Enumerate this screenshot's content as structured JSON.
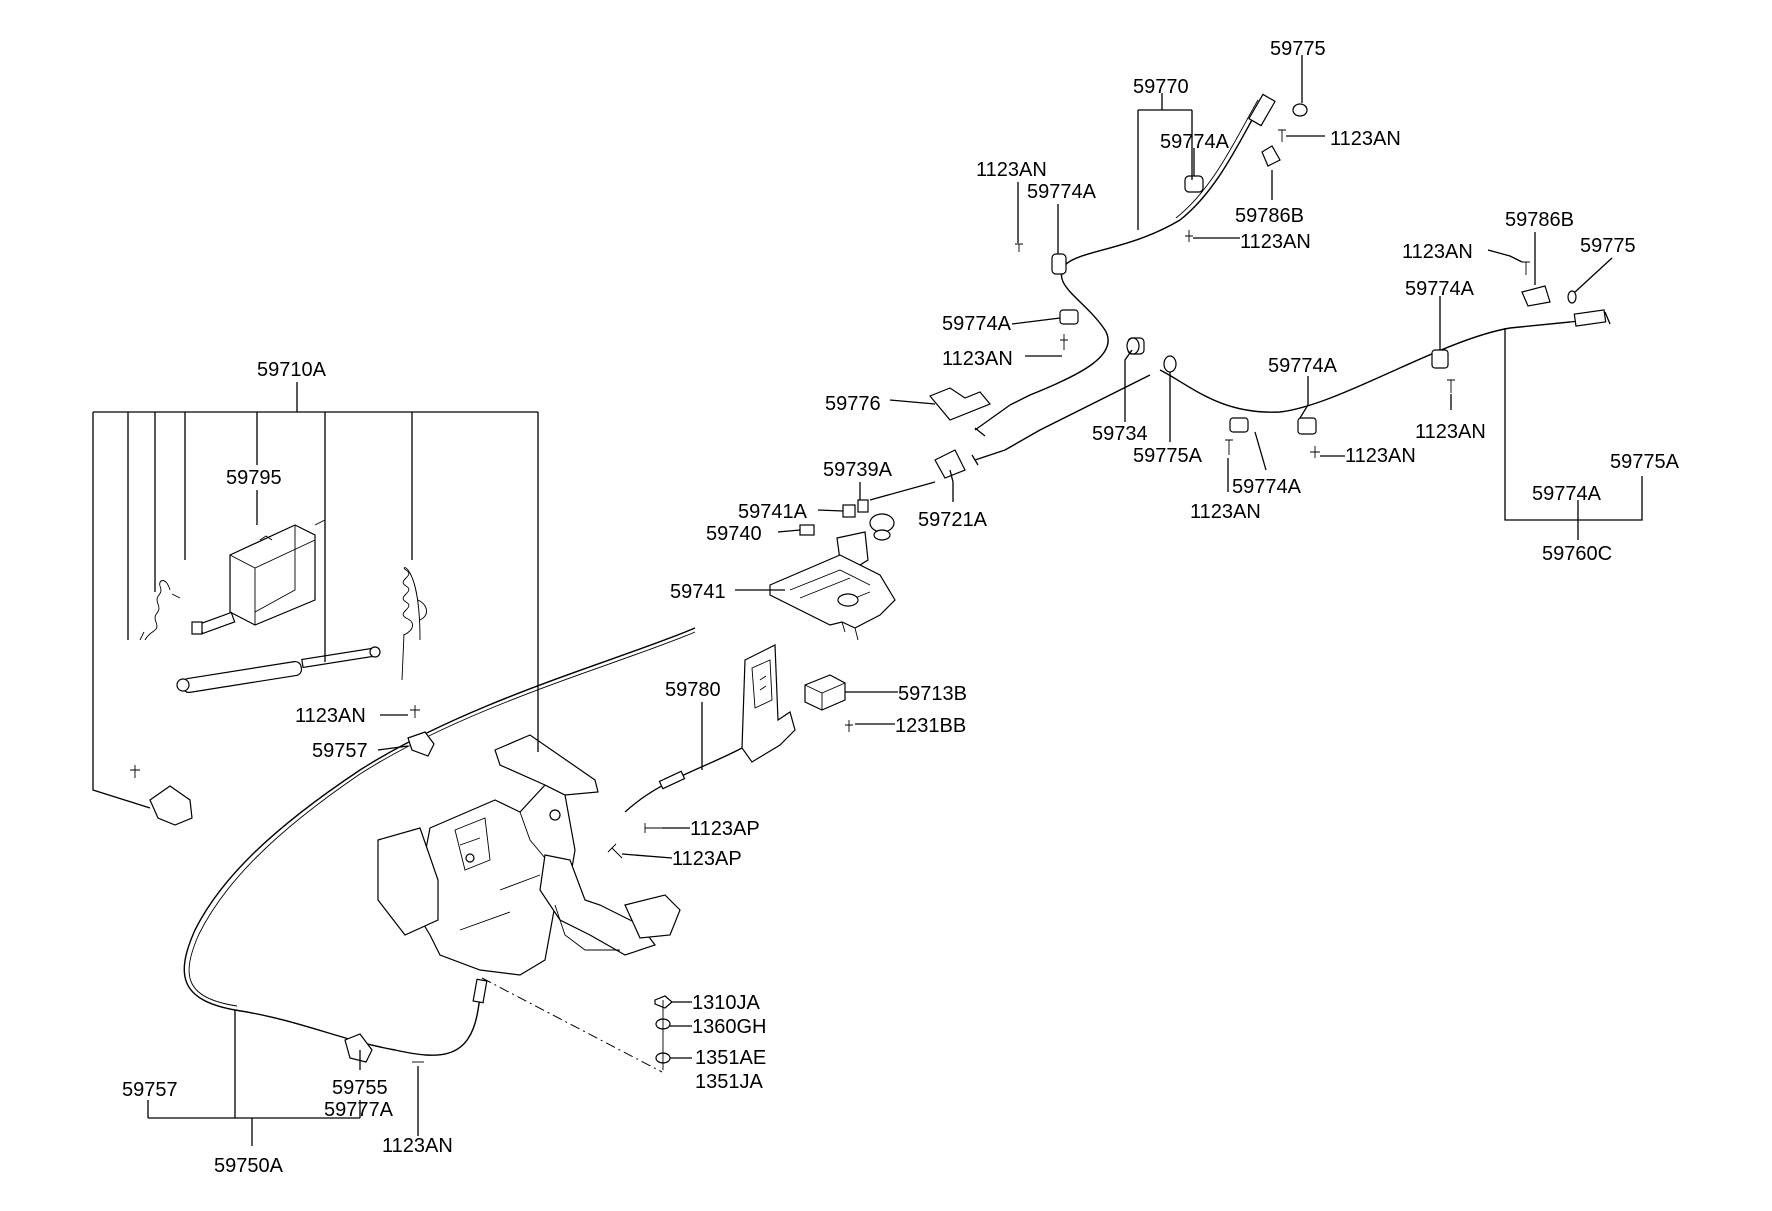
{
  "labels": [
    "59775",
    "59770",
    "59774A",
    "1123AN",
    "1123AN",
    "59774A",
    "59786B",
    "1123AN",
    "59786B",
    "1123AN",
    "59775",
    "59774A",
    "59774A",
    "1123AN",
    "59776",
    "59774A",
    "59734",
    "59775A",
    "1123AN",
    "1123AN",
    "59774A",
    "1123AN",
    "59775A",
    "59774A",
    "59760C",
    "59739A",
    "59741A",
    "59721A",
    "59740",
    "59741",
    "59710A",
    "59795",
    "59780",
    "59713B",
    "1231BB",
    "1123AN",
    "59757",
    "1123AP",
    "1123AP",
    "1310JA",
    "1360GH",
    "1351AE",
    "1351JA",
    "59757",
    "59755",
    "59777A",
    "1123AN",
    "59750A"
  ]
}
